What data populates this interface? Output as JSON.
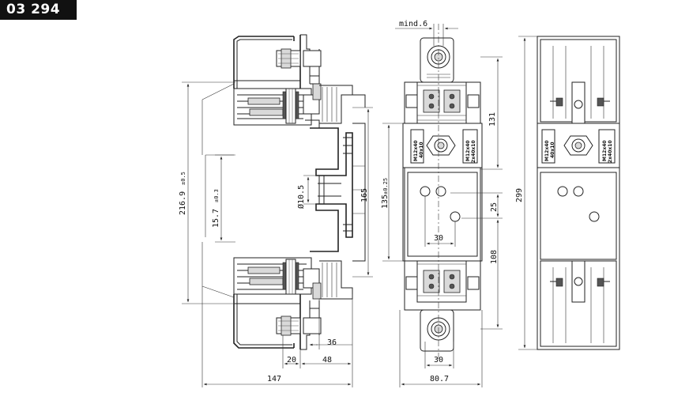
{
  "header": {
    "part_number": "03 294"
  },
  "dimensions": {
    "mind": "mind.6",
    "d131": "131",
    "d299": "299",
    "d2169": "216.9",
    "d2169_tol": "±0.5",
    "d157": "15.7",
    "d157_tol": "±0.3",
    "d105": "Ø10.5",
    "d165": "165",
    "d135": "135",
    "d135_tol": "±0.25",
    "d25": "25",
    "d30_mid": "30",
    "d108": "108",
    "d36": "36",
    "d20": "20",
    "d48": "48",
    "d30_bot": "30",
    "d147": "147",
    "d807": "80.7"
  },
  "labels": {
    "m12x40_a": "M12x40",
    "m12x40_b": "M12x40",
    "qty40x10_a": "40x10",
    "qty2x40x10_a": "2x40x10",
    "m12x40_c": "M12x40",
    "m12x40_d": "M12x40",
    "qty40x10_b": "40x10",
    "qty2x40x10_b": "2x40x10"
  }
}
